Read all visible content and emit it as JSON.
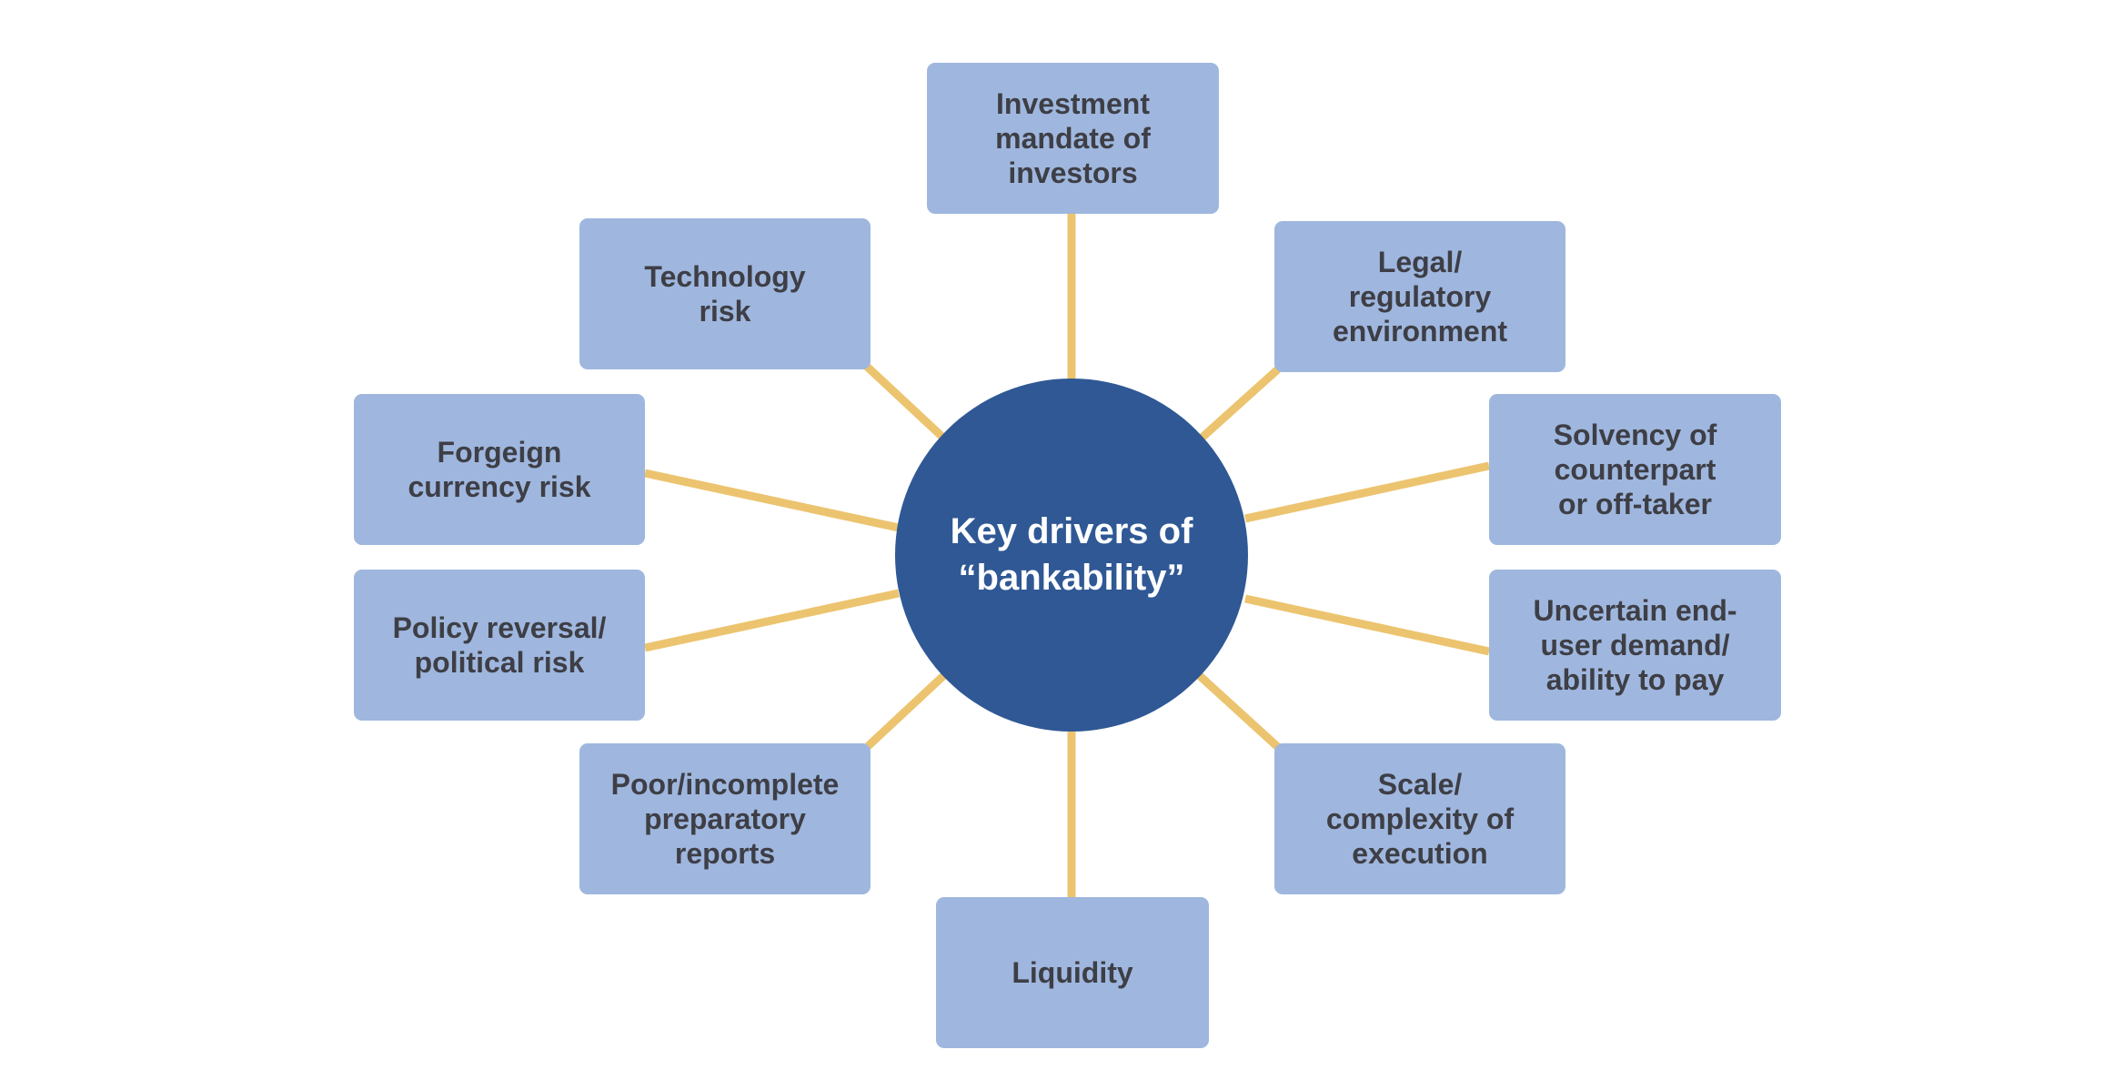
{
  "diagram": {
    "hub": {
      "label": "Key drivers of\n“bankability”",
      "fill": "#2f5895",
      "text_color": "#ffffff"
    },
    "connector_color": "#ecc46f",
    "node_fill": "#9fb7de",
    "node_text_color": "#3e3e46",
    "nodes": {
      "investment": "Investment\nmandate of\ninvestors",
      "technology": "Technology\nrisk",
      "legal": "Legal/\nregulatory\nenvironment",
      "forex": "Forgeign\ncurrency risk",
      "solvency": "Solvency of\ncounterpart\nor off-taker",
      "policy": "Policy reversal/\npolitical risk",
      "demand": "Uncertain end-\nuser demand/\nability to pay",
      "poor": "Poor/incomplete\npreparatory\nreports",
      "scale": "Scale/\ncomplexity of\nexecution",
      "liquidity": "Liquidity"
    }
  }
}
